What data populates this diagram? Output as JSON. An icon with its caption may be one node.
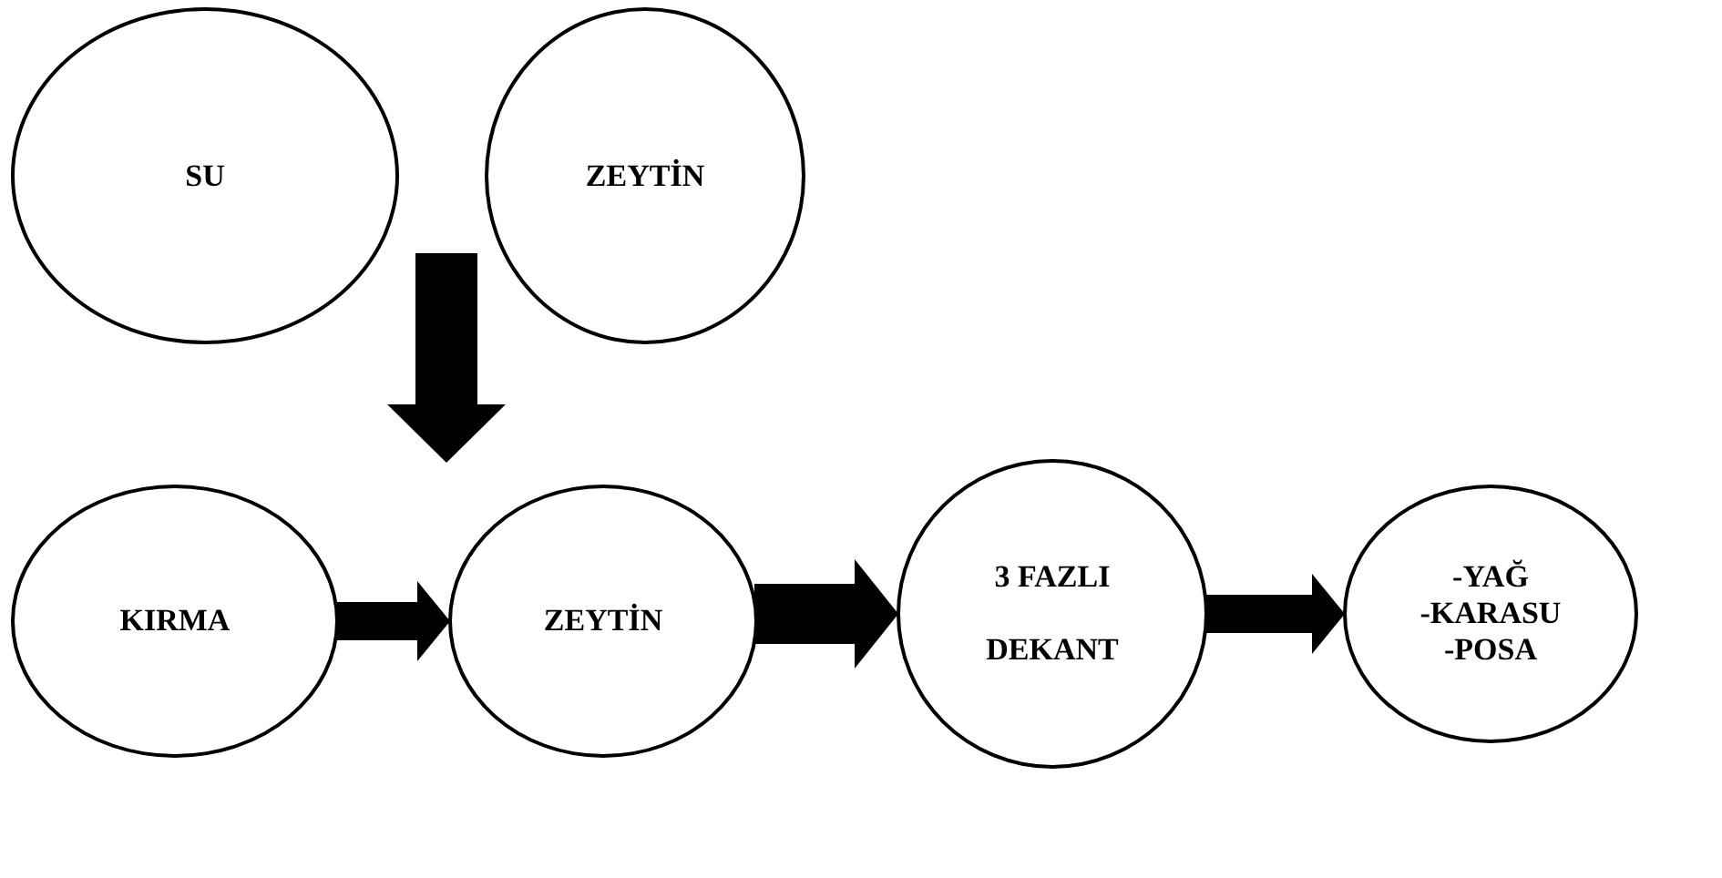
{
  "diagram": {
    "nodes": [
      {
        "text": [
          "SU"
        ]
      },
      {
        "text": [
          "ZEYTİN"
        ]
      },
      {
        "text": [
          "KIRMA"
        ]
      },
      {
        "text": [
          "ZEYTİN"
        ]
      },
      {
        "text": [
          "3 FAZLI",
          "DEKANT"
        ]
      },
      {
        "text": [
          "-YAĞ",
          "-KARASU",
          "-POSA"
        ]
      }
    ],
    "edges": [
      {
        "from": null,
        "to": 3,
        "arrow": "to"
      },
      {
        "from": 2,
        "to": 3,
        "arrow": "to"
      },
      {
        "from": 3,
        "to": 4,
        "arrow": "to",
        "style": "thick"
      },
      {
        "from": 4,
        "to": 5,
        "arrow": "to"
      }
    ]
  }
}
